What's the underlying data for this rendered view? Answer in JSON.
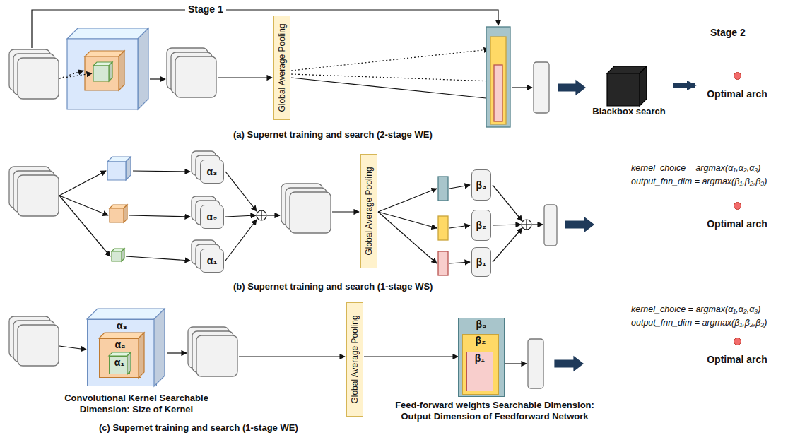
{
  "diagram": {
    "nodes": [
      {
        "text": [
          "Global Average Pooling"
        ]
      },
      {
        "text": [
          "Blackbox search"
        ]
      },
      {
        "text": [
          "Optimal arch"
        ]
      },
      {
        "text": [
          "α₃"
        ]
      },
      {
        "text": [
          "α₂"
        ]
      },
      {
        "text": [
          "α₁"
        ]
      },
      {
        "text": [
          "Global Average Pooling"
        ]
      },
      {
        "text": [
          "β₃"
        ]
      },
      {
        "text": [
          "β₂"
        ]
      },
      {
        "text": [
          "β₁"
        ]
      },
      {
        "text": [
          "Optimal arch"
        ]
      },
      {
        "text": [
          "α₃"
        ]
      },
      {
        "text": [
          "α₂"
        ],
        "in": 11
      },
      {
        "text": [
          "α₁"
        ],
        "in": 12
      },
      {
        "text": [
          "Global Average Pooling"
        ]
      },
      {
        "text": [
          "β₃"
        ]
      },
      {
        "text": [
          "β₂"
        ],
        "in": 15
      },
      {
        "text": [
          "β₁"
        ],
        "in": 16
      },
      {
        "text": [
          "Optimal arch"
        ]
      }
    ],
    "edges": [
      {
        "from": 1,
        "to": 2,
        "arrow": "to"
      }
    ],
    "labels": [
      "Stage 1",
      "Stage 2",
      "(a) Supernet training and search (2-stage WE)",
      "kernel_choice = argmax(α₁,α₂,α₃)",
      "output_fnn_dim = argmax(β₁,β₂,β₃)",
      "(b) Supernet training and search (1-stage WS)",
      "kernel_choice = argmax(α₁,α₂,α₃)",
      "output_fnn_dim = argmax(β₁,β₂,β₃)",
      "Convolutional Kernel Searchable Dimension: Size of Kernel",
      "Feed-forward weights Searchable Dimension: Output Dimension of Feedforward Network",
      "(c) Supernet training and search (1-stage WE)"
    ]
  }
}
